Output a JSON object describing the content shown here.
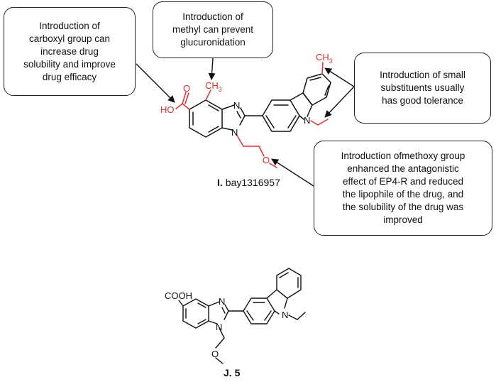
{
  "callouts": {
    "carboxyl": {
      "lines": [
        "Introduction of",
        "carboxyl group can",
        "increase drug",
        "solubility and improve",
        "drug efficacy"
      ]
    },
    "methyl": {
      "lines": [
        "Introduction of",
        "methyl can prevent",
        "glucuronidation"
      ]
    },
    "substituents": {
      "lines": [
        "Introduction of small",
        "substituents usually",
        "has good tolerance"
      ]
    },
    "methoxy": {
      "lines": [
        "Introduction ofmethoxy group",
        "enhanced the antagonistic",
        "effect of EP4-R and reduced",
        "the lipophile of the drug, and",
        "the solubility of the drug was",
        "improved"
      ]
    }
  },
  "compounds": {
    "bay": {
      "label_num": "I.",
      "label_name": "bay1316957",
      "ch3_top": "CH",
      "ch3_top_sub": "3",
      "ch3_right": "CH",
      "ch3_right_sub": "3",
      "ho": "HO",
      "o_carbonyl": "O",
      "n_imine": "N",
      "n_amine": "N",
      "n_carbazole": "N",
      "o_methoxy": "O"
    },
    "j5": {
      "label": "J. 5",
      "cooh": "COOH",
      "n_imine": "N",
      "n_amine": "N",
      "n_carbazole": "N",
      "o_methoxy": "O"
    }
  },
  "colors": {
    "highlight": "#e03030",
    "ink": "#111111",
    "box_border": "#222222"
  }
}
